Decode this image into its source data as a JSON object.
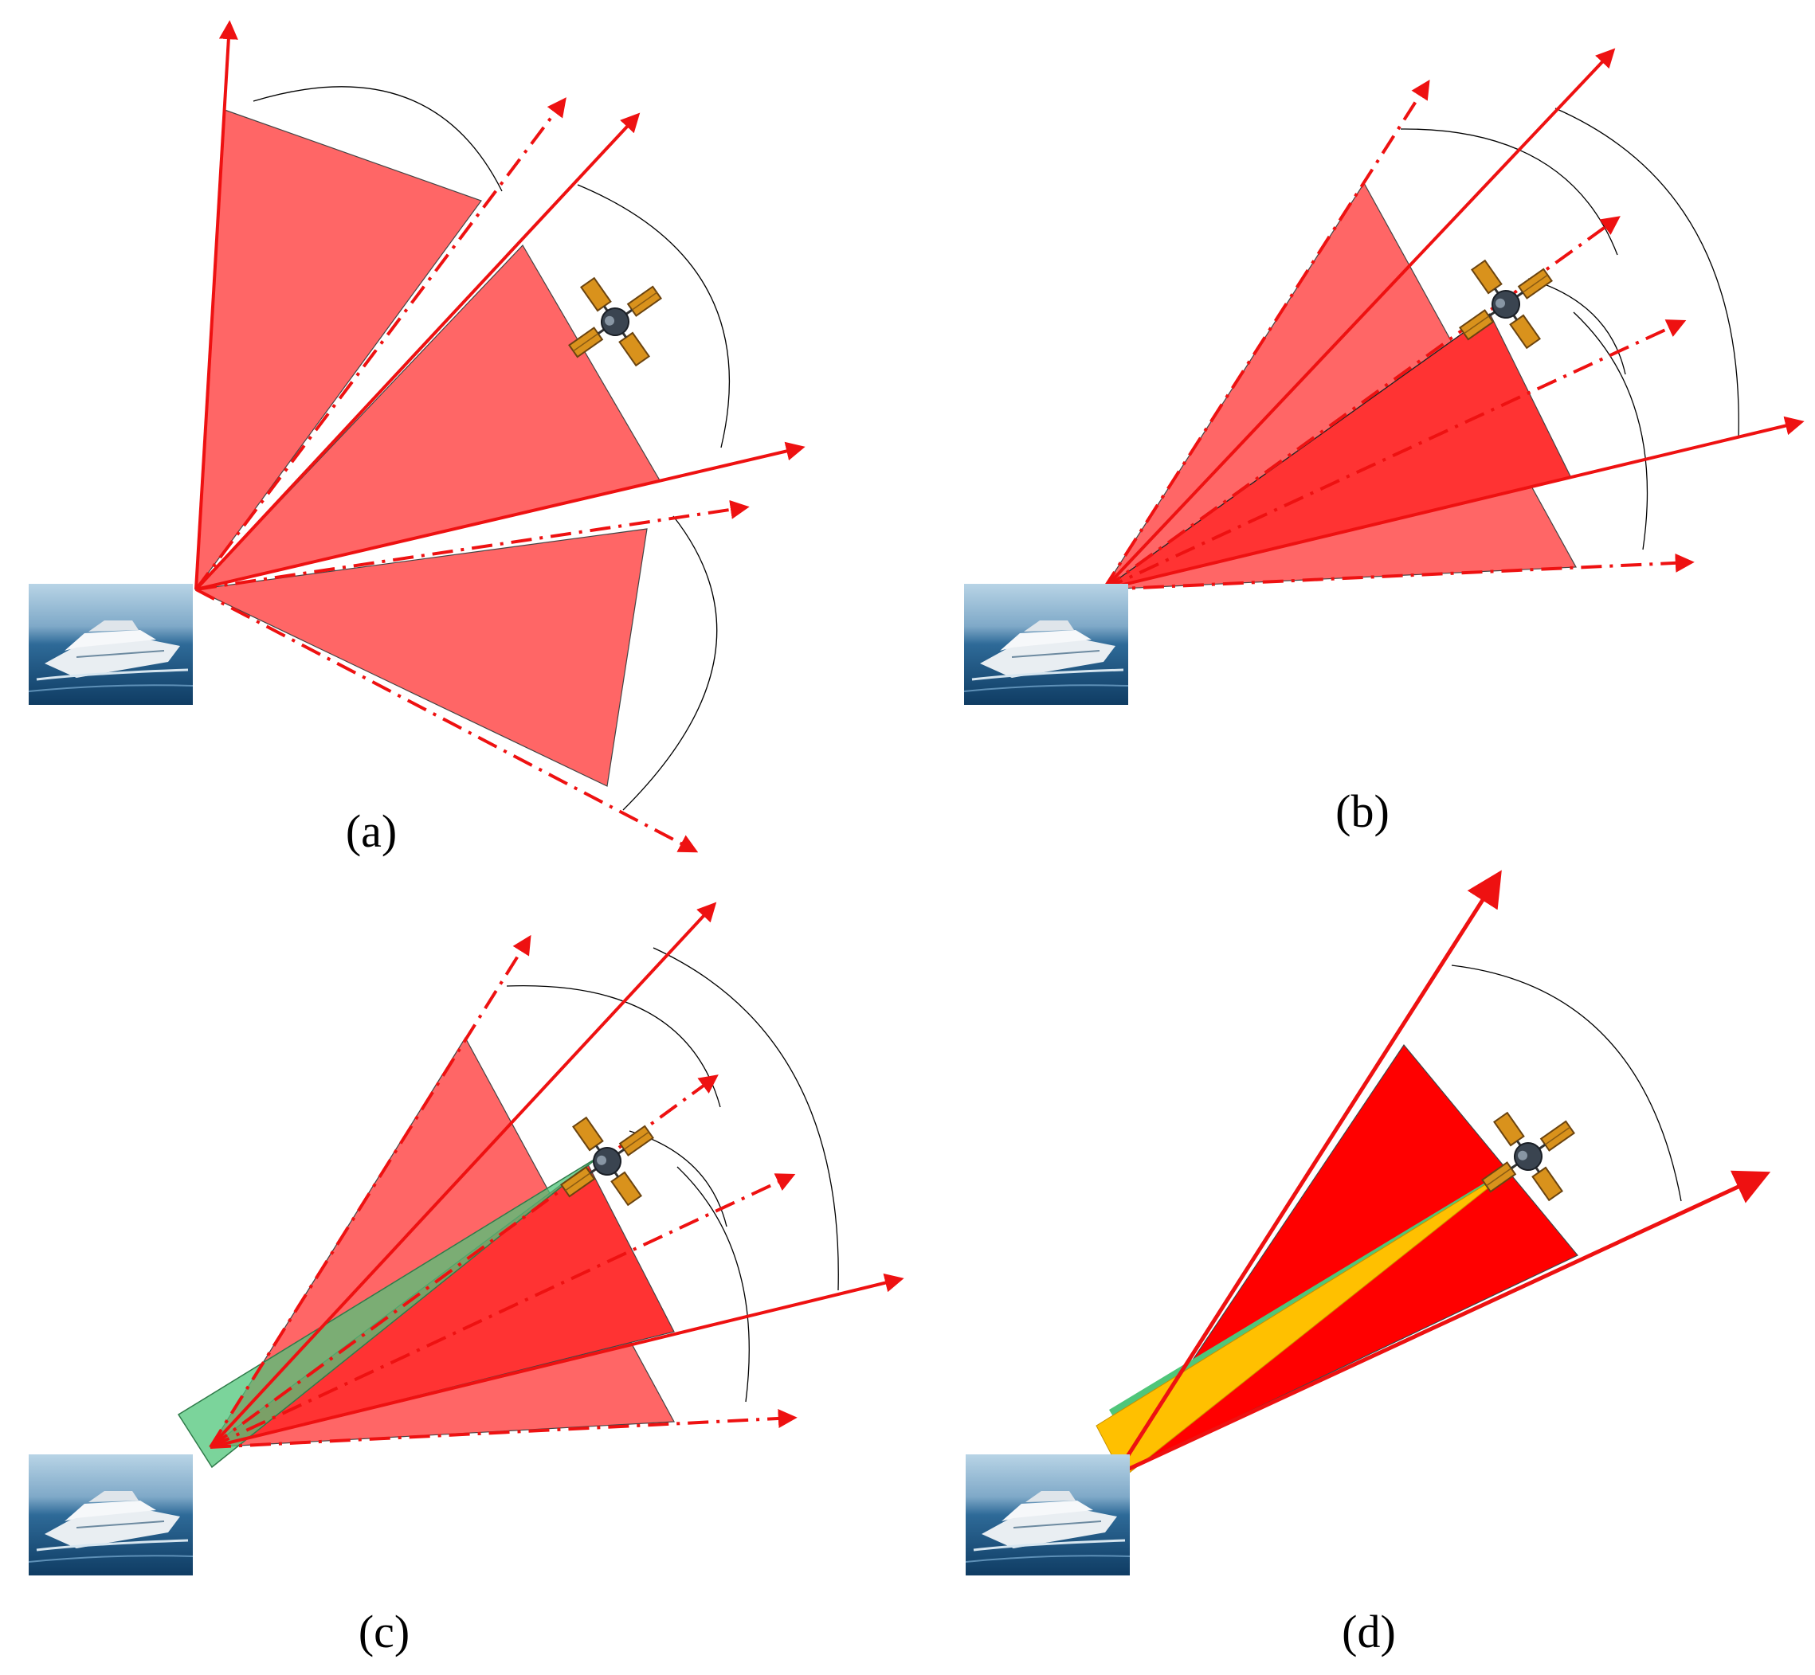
{
  "figure": {
    "panels": [
      {
        "id": "a",
        "caption": "(a)"
      },
      {
        "id": "b",
        "caption": "(b)"
      },
      {
        "id": "c",
        "caption": "(c)"
      },
      {
        "id": "d",
        "caption": "(d)"
      }
    ]
  },
  "colors": {
    "beam_light": "#ff6666",
    "beam_mid": "#ff3333",
    "beam_full": "#ff0000",
    "arrow": "#ee1111",
    "green_beam": "#4fc67a",
    "yellow_beam": "#ffc000",
    "sea": "#1d5e8c",
    "sky": "#a9cbe1",
    "arc": "#000000"
  },
  "icons": {
    "ship": "ship-photo-icon",
    "satellite": "satellite-icon"
  }
}
